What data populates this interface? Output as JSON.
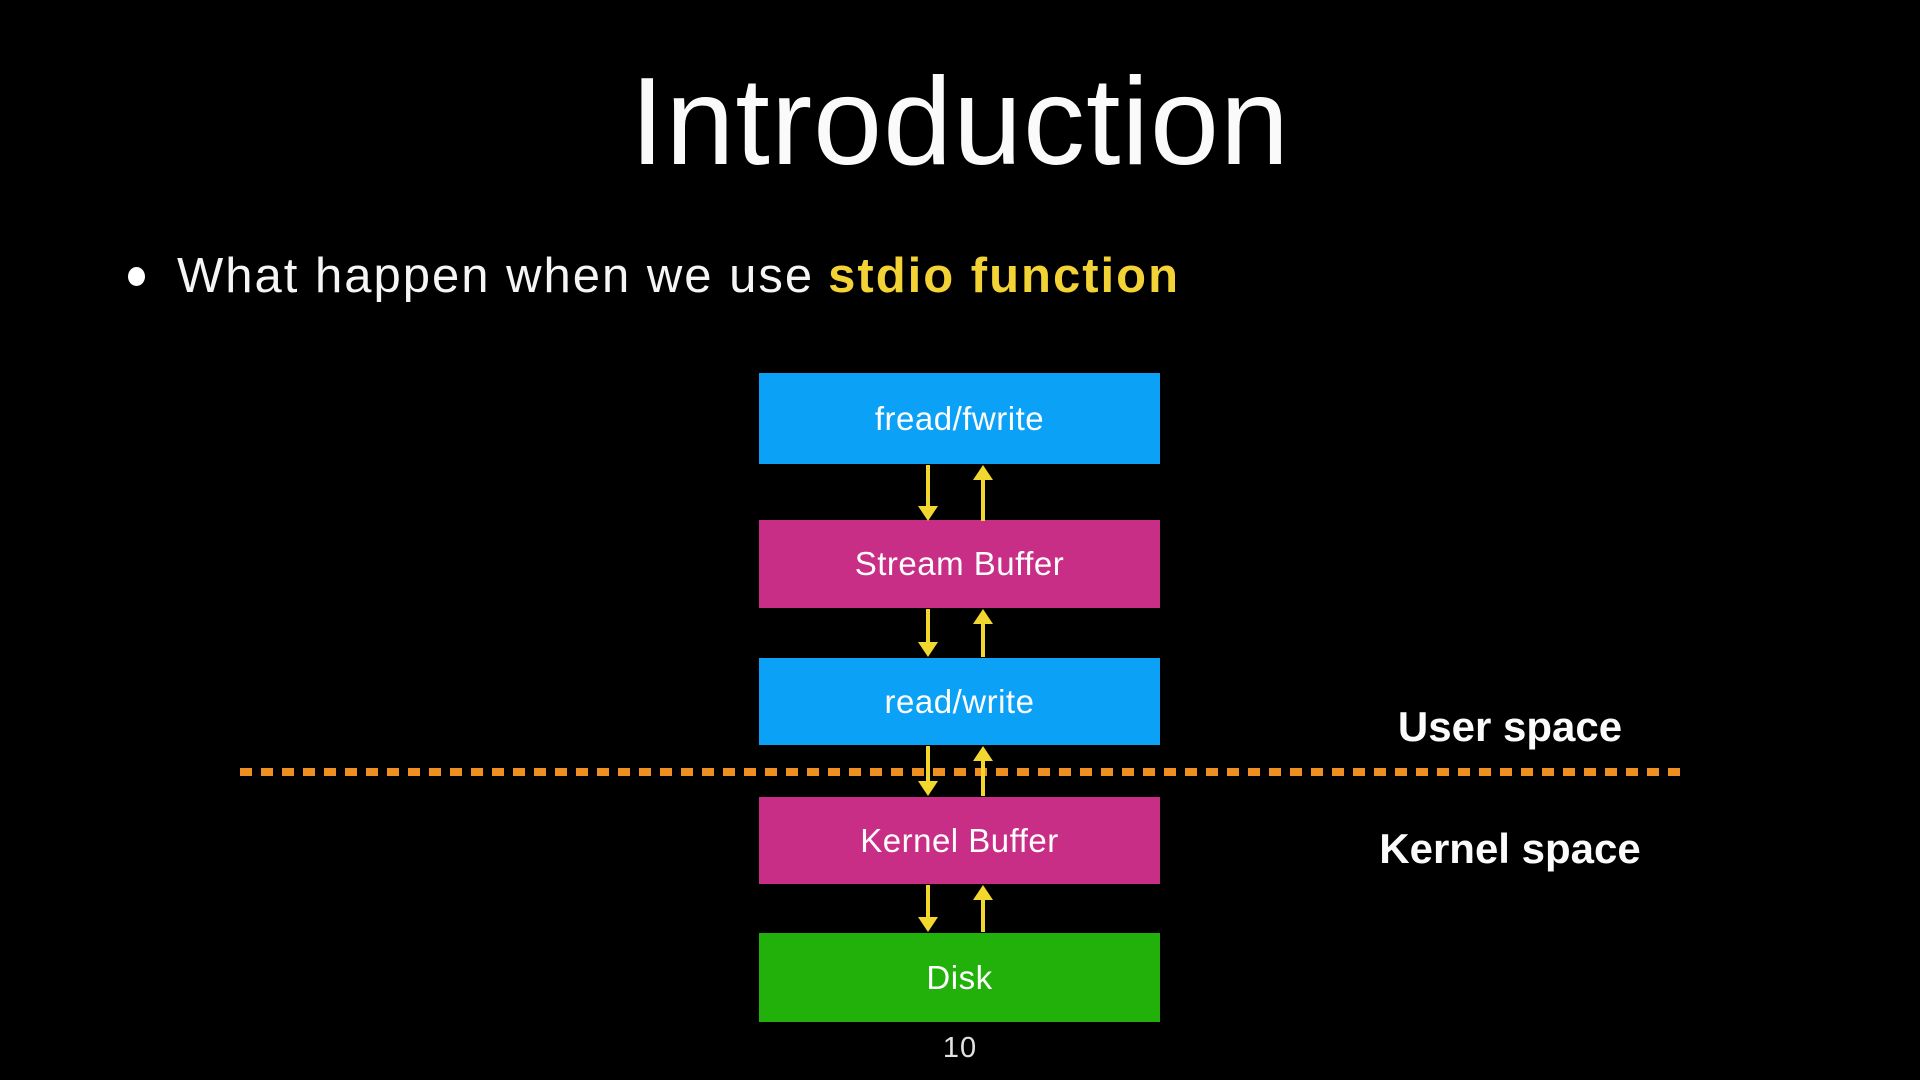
{
  "slide": {
    "title": "Introduction",
    "bullet": {
      "text_plain": "What happen when we use",
      "text_highlight": "stdio function",
      "highlight_color": "#F2D235"
    },
    "page_number": "10"
  },
  "diagram": {
    "boxes": [
      {
        "label": "fread/fwrite",
        "color": "#0AA1F7"
      },
      {
        "label": "Stream Buffer",
        "color": "#C92E86"
      },
      {
        "label": "read/write",
        "color": "#0AA1F7"
      },
      {
        "label": "Kernel Buffer",
        "color": "#C92E86"
      },
      {
        "label": "Disk",
        "color": "#21B10A"
      }
    ],
    "arrow_color": "#F2D72E",
    "divider": {
      "color": "#EE8F21",
      "label_above": "User space",
      "label_below": "Kernel space"
    }
  }
}
